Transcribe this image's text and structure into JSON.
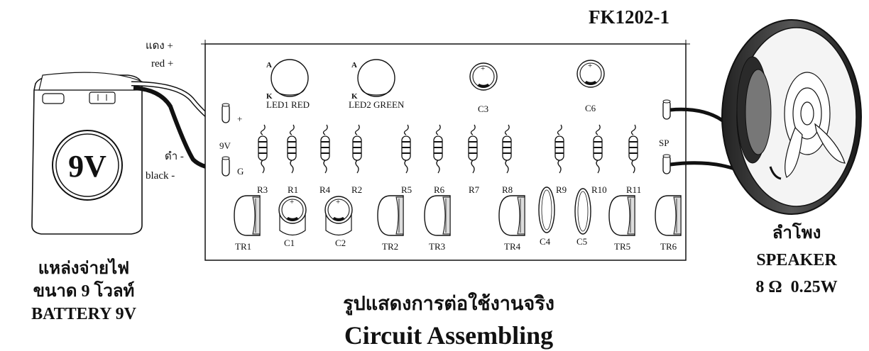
{
  "model": "FK1202-1",
  "battery": {
    "wire_red_th": "แดง +",
    "wire_red_en": "red +",
    "wire_black_th": "ดำ -",
    "wire_black_en": "black -",
    "face_label": "9V",
    "caption_th_1": "แหล่งจ่ายไฟ",
    "caption_th_2": "ขนาด 9 โวลท์",
    "caption_en": "BATTERY 9V"
  },
  "board": {
    "pwr_plus": "+",
    "pwr_9v": "9V",
    "pwr_g": "G",
    "sp_label": "SP",
    "led_a": "A",
    "led_k": "K",
    "led1": "LED1 RED",
    "led2": "LED2 GREEN",
    "cap_plus": "+",
    "c3": "C3",
    "c6": "C6",
    "resistors": [
      "R3",
      "R1",
      "R4",
      "R2",
      "R5",
      "R6",
      "R7",
      "R8",
      "R9",
      "R10",
      "R11"
    ],
    "c1": "C1",
    "c2": "C2",
    "c4": "C4",
    "c5": "C5",
    "transistors": [
      "TR1",
      "TR2",
      "TR3",
      "TR4",
      "TR5",
      "TR6"
    ]
  },
  "speaker": {
    "caption_th": "ลำโพง",
    "caption_en": "SPEAKER",
    "spec": "8 Ω  0.25W"
  },
  "caption": {
    "title_th": "รูปแสดงการต่อใช้งานจริง",
    "title_en": "Circuit Assembling"
  }
}
